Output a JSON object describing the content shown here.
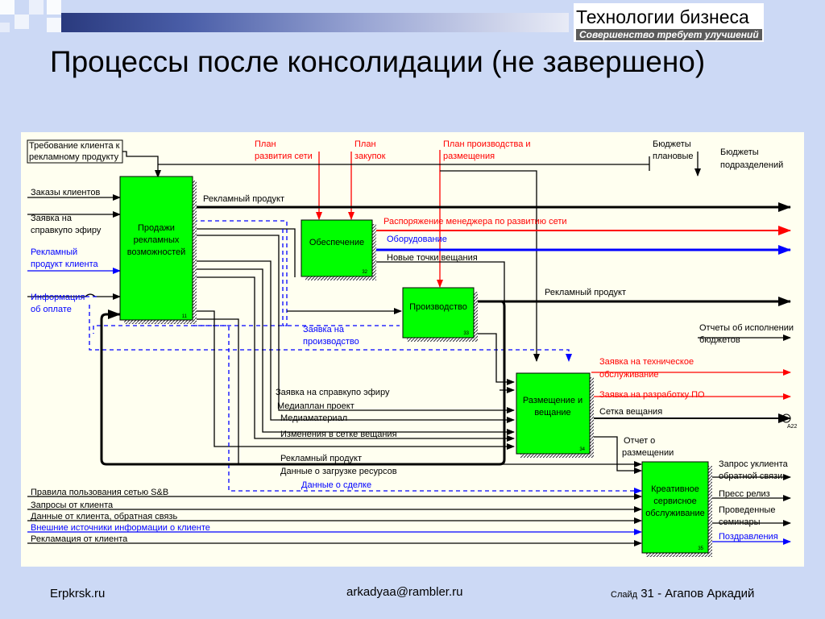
{
  "header": {
    "brand_name": "Технологии бизнеса",
    "brand_slogan": "Совершенство требует улучшений",
    "title": "Процессы после консолидации (не завершено)"
  },
  "colors": {
    "background": "#ccd9f5",
    "activity_fill": "#00ff00",
    "arrow_black": "#000000",
    "arrow_red": "#ff0000",
    "arrow_blue": "#0000ff",
    "bar_dark": "#2a3a7e"
  },
  "diagram": {
    "activities": [
      {
        "id": "sales",
        "label_l1": "Продажи",
        "label_l2": "рекламных",
        "label_l3": "возможностей",
        "num": "11"
      },
      {
        "id": "supply",
        "label_l1": "Обеспечение",
        "label_l2": "",
        "label_l3": "",
        "num": "32"
      },
      {
        "id": "production",
        "label_l1": "Производство",
        "label_l2": "",
        "label_l3": "",
        "num": "33"
      },
      {
        "id": "placement",
        "label_l1": "Размещение  и",
        "label_l2": "вещание",
        "label_l3": "",
        "num": "34"
      },
      {
        "id": "creative",
        "label_l1": "Креативное",
        "label_l2": "сервисное",
        "label_l3": "обслуживание",
        "num": "35"
      }
    ],
    "labels": {
      "req_client_l1": "Требование клиента к",
      "req_client_l2": "рекламному продукту",
      "plan_net_l1": "План",
      "plan_net_l2": "развития сети",
      "plan_buy_l1": "План",
      "plan_buy_l2": "закупок",
      "plan_prod_l1": "План производства и",
      "plan_prod_l2": "размещения",
      "budgets_plan_l1": "Бюджеты",
      "budgets_plan_l2": "плановые",
      "budgets_div_l1": "Бюджеты",
      "budgets_div_l2": "подразделений",
      "orders": "Заказы клиентов",
      "airtime_l1": "Заявка на",
      "airtime_l2": "справкупо эфиру",
      "client_product_l1": "Рекламный",
      "client_product_l2": "продукт клиента",
      "payment_l1": "Информация",
      "payment_l2": "об оплате",
      "ad_product_top": "Рекламный продукт",
      "manager_order": "Распоряжение менеджера по развитию сети",
      "equipment": "Оборудование",
      "new_points": "Новые точки вещания",
      "ad_product_mid": "Рекламный продукт",
      "prod_request_l1": "Заявка на",
      "prod_request_l2": "производство",
      "budget_reports_l1": "Отчеты об исполнении",
      "budget_reports_l2": "бюджетов",
      "tech_request_l1": "Заявка на техническое",
      "tech_request_l2": "обслуживание",
      "software_request": "Заявка на разработку ПО",
      "broadcast_grid": "Сетка вещания",
      "placement_report_l1": "Отчет о",
      "placement_report_l2": "размещении",
      "airtime_in": "Заявка на справкупо эфиру",
      "mediaplan": "Медиаплан проект",
      "media_material": "Медиаматериал",
      "grid_changes": "Изменения в сетке вещания",
      "ad_product_low": "Рекламный продукт",
      "resource_load": "Данные о загрузке ресурсов",
      "deal_data": "Данные о сделке",
      "sb_rules": "Правила пользования сетью S&B",
      "client_requests": "Запросы от клиента",
      "client_feedback": "Данные от клиента, обратная связь",
      "external_sources": "Внешние источники информации о клиенте",
      "client_complaint": "Рекламация от клиента",
      "feedback_request_l1": "Запрос уклиента",
      "feedback_request_l2": "обратной связи",
      "press_release": "Пресс релиз",
      "seminars_l1": "Проведенные",
      "seminars_l2": "семинары",
      "congrats": "Поздравления",
      "terminal": "A22"
    }
  },
  "footer": {
    "site": "Erpkrsk.ru",
    "email": "arkadyaa@rambler.ru",
    "slide_word": "Слайд",
    "slide_num": "31",
    "author": "- Агапов Аркадий"
  }
}
